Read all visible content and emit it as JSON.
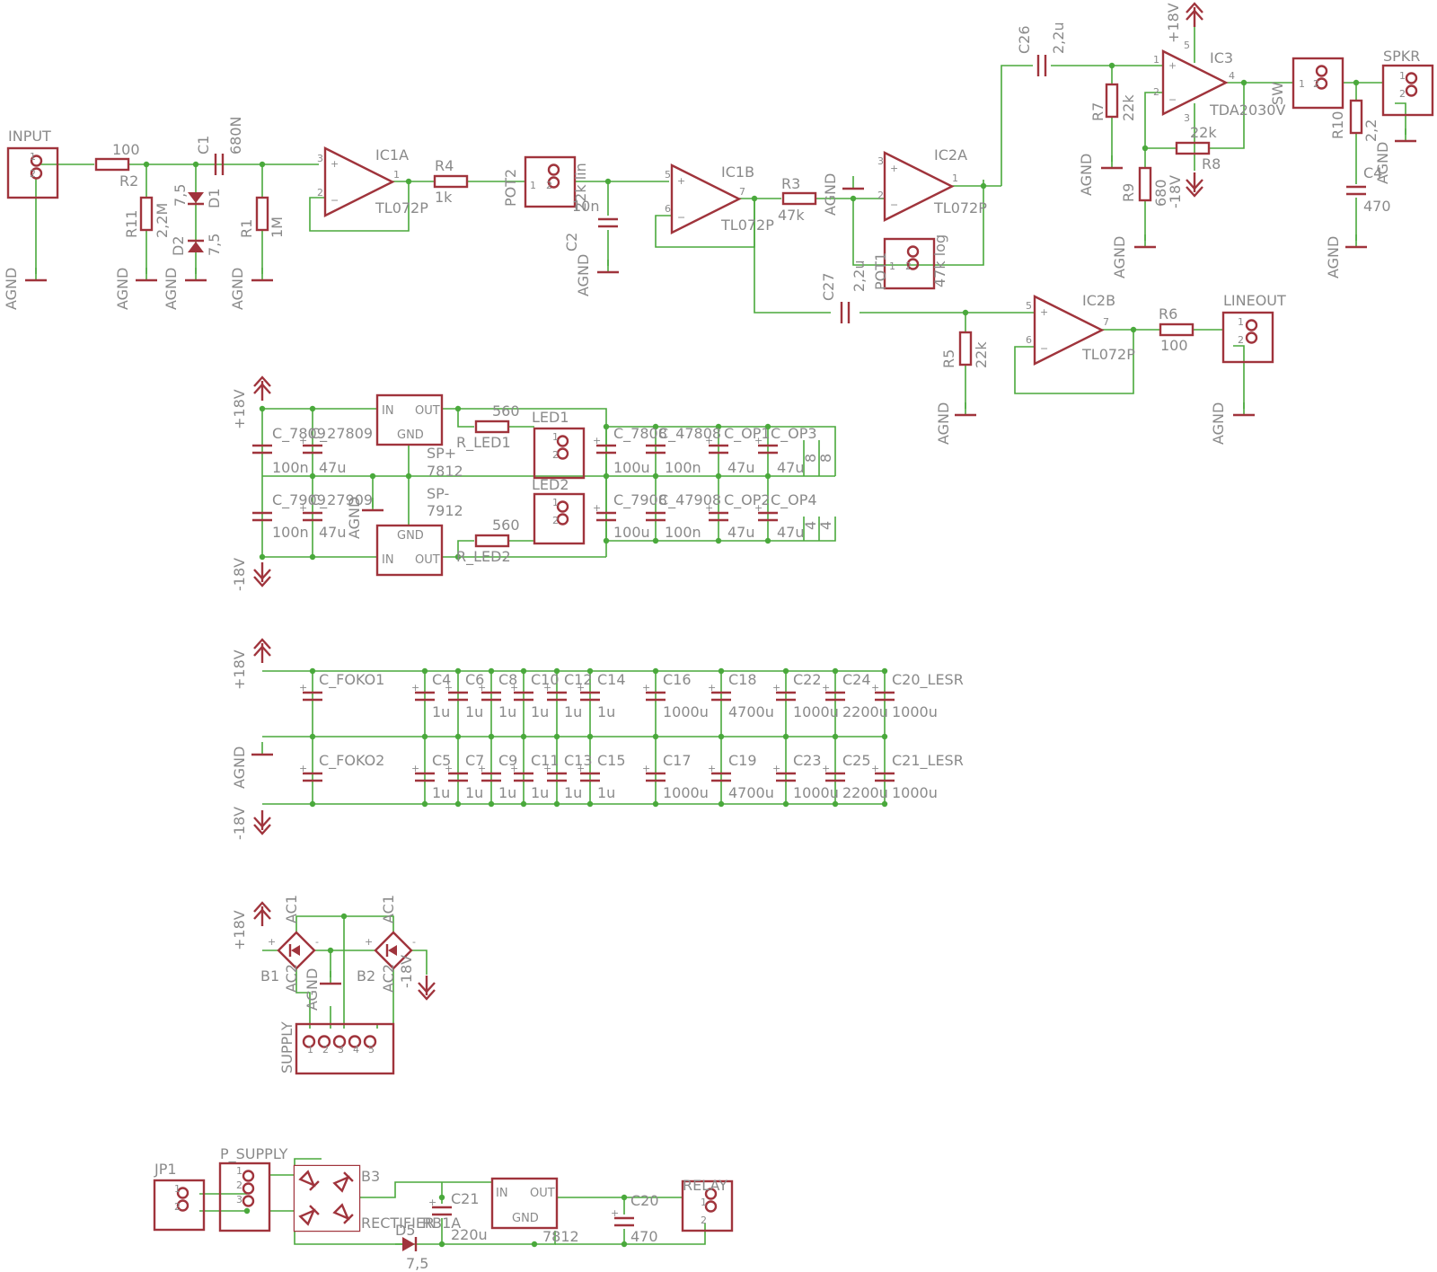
{
  "colors": {
    "wire": "#4aa93c",
    "part": "#a0343c",
    "label": "#8a8a8a",
    "background": "#ffffff"
  },
  "labels": [
    {
      "id": "input",
      "text": "INPUT"
    },
    {
      "id": "agnd_in",
      "text": "AGND"
    },
    {
      "id": "r2_v",
      "text": "100"
    },
    {
      "id": "r2_n",
      "text": "R2"
    },
    {
      "id": "r11_n",
      "text": "R11"
    },
    {
      "id": "r11_v",
      "text": "2,2M"
    },
    {
      "id": "agnd_r11",
      "text": "AGND"
    },
    {
      "id": "c1_n",
      "text": "C1"
    },
    {
      "id": "c1_v",
      "text": "680N"
    },
    {
      "id": "d1_n",
      "text": "D1"
    },
    {
      "id": "d1_v",
      "text": "7,5"
    },
    {
      "id": "d2_n",
      "text": "D2"
    },
    {
      "id": "d2_v",
      "text": "7,5"
    },
    {
      "id": "agnd_d",
      "text": "AGND"
    },
    {
      "id": "r1_n",
      "text": "R1"
    },
    {
      "id": "r1_v",
      "text": "1M"
    },
    {
      "id": "agnd_r1",
      "text": "AGND"
    },
    {
      "id": "ic1a",
      "text": "IC1A"
    },
    {
      "id": "ic1a_t",
      "text": "TL072P"
    },
    {
      "id": "r4_n",
      "text": "R4"
    },
    {
      "id": "r4_v",
      "text": "1k"
    },
    {
      "id": "pot2",
      "text": "POT2"
    },
    {
      "id": "pot2_v",
      "text": "22k lin"
    },
    {
      "id": "c2_v",
      "text": "10n"
    },
    {
      "id": "c2_n",
      "text": "C2"
    },
    {
      "id": "agnd_c2",
      "text": "AGND"
    },
    {
      "id": "ic1b",
      "text": "IC1B"
    },
    {
      "id": "ic1b_t",
      "text": "TL072P"
    },
    {
      "id": "r3_n",
      "text": "R3"
    },
    {
      "id": "r3_v",
      "text": "47k"
    },
    {
      "id": "agnd_ic2a",
      "text": "AGND"
    },
    {
      "id": "ic2a",
      "text": "IC2A"
    },
    {
      "id": "ic2a_t",
      "text": "TL072P"
    },
    {
      "id": "pot1",
      "text": "POT1"
    },
    {
      "id": "pot1_v",
      "text": "47k log"
    },
    {
      "id": "c27_n",
      "text": "C27"
    },
    {
      "id": "c27_v",
      "text": "2,2u"
    },
    {
      "id": "c26_n",
      "text": "C26"
    },
    {
      "id": "c26_v",
      "text": "2,2u"
    },
    {
      "id": "r7_n",
      "text": "R7"
    },
    {
      "id": "r7_v",
      "text": "22k"
    },
    {
      "id": "agnd_r7",
      "text": "AGND"
    },
    {
      "id": "ic3",
      "text": "IC3"
    },
    {
      "id": "ic3_t",
      "text": "TDA2030V"
    },
    {
      "id": "p18_ic3",
      "text": "+18V"
    },
    {
      "id": "m18_ic3",
      "text": "-18V"
    },
    {
      "id": "r8_v",
      "text": "22k"
    },
    {
      "id": "r8_n",
      "text": "R8"
    },
    {
      "id": "r9_n",
      "text": "R9"
    },
    {
      "id": "r9_v",
      "text": "680"
    },
    {
      "id": "agnd_r9",
      "text": "AGND"
    },
    {
      "id": "sw",
      "text": "SW"
    },
    {
      "id": "spkr",
      "text": "SPKR"
    },
    {
      "id": "r10_n",
      "text": "R10"
    },
    {
      "id": "r10_v",
      "text": "2,2"
    },
    {
      "id": "c4_n",
      "text": "C4"
    },
    {
      "id": "c4_v",
      "text": "470"
    },
    {
      "id": "agnd_r10",
      "text": "AGND"
    },
    {
      "id": "agnd_spk",
      "text": "AGND"
    },
    {
      "id": "ic2b",
      "text": "IC2B"
    },
    {
      "id": "ic2b_t",
      "text": "TL072P"
    },
    {
      "id": "r5_n",
      "text": "R5"
    },
    {
      "id": "r5_v",
      "text": "22k"
    },
    {
      "id": "agnd_r5",
      "text": "AGND"
    },
    {
      "id": "r6_n",
      "text": "R6"
    },
    {
      "id": "r6_v",
      "text": "100"
    },
    {
      "id": "lineout",
      "text": "LINEOUT"
    },
    {
      "id": "agnd_lo",
      "text": "AGND"
    },
    {
      "id": "p18_a",
      "text": "+18V"
    },
    {
      "id": "m18_a",
      "text": "-18V"
    },
    {
      "id": "c7809",
      "text": "C_7809"
    },
    {
      "id": "c27809",
      "text": "C_27809"
    },
    {
      "id": "c7809_v1",
      "text": "100n"
    },
    {
      "id": "c7809_v2",
      "text": "47u"
    },
    {
      "id": "c7909",
      "text": "C_7909"
    },
    {
      "id": "c27909",
      "text": "C_27909"
    },
    {
      "id": "c7909_v1",
      "text": "100n"
    },
    {
      "id": "c7909_v2",
      "text": "47u"
    },
    {
      "id": "agnd_reg",
      "text": "AGND"
    },
    {
      "id": "spp",
      "text": "SP+"
    },
    {
      "id": "spp_v",
      "text": "7812"
    },
    {
      "id": "spm",
      "text": "SP-"
    },
    {
      "id": "spm_v",
      "text": "7912"
    },
    {
      "id": "reg1_in",
      "text": "IN"
    },
    {
      "id": "reg1_out",
      "text": "OUT"
    },
    {
      "id": "reg1_gnd",
      "text": "GND"
    },
    {
      "id": "reg2_in",
      "text": "IN"
    },
    {
      "id": "reg2_out",
      "text": "OUT"
    },
    {
      "id": "reg2_gnd",
      "text": "GND"
    },
    {
      "id": "rled1_v",
      "text": "560"
    },
    {
      "id": "rled1_n",
      "text": "R_LED1"
    },
    {
      "id": "led1",
      "text": "LED1"
    },
    {
      "id": "rled2_v",
      "text": "560"
    },
    {
      "id": "rled2_n",
      "text": "R_LED2"
    },
    {
      "id": "led2",
      "text": "LED2"
    },
    {
      "id": "c7808",
      "text": "C_7808"
    },
    {
      "id": "c47808",
      "text": "C_47808"
    },
    {
      "id": "cop1",
      "text": "C_OP1"
    },
    {
      "id": "cop3",
      "text": "C_OP3"
    },
    {
      "id": "cv_r1_1",
      "text": "100u"
    },
    {
      "id": "cv_r1_2",
      "text": "100n"
    },
    {
      "id": "cv_r1_3",
      "text": "47u"
    },
    {
      "id": "cv_r1_4",
      "text": "47u"
    },
    {
      "id": "c7908",
      "text": "C_7908"
    },
    {
      "id": "c47908",
      "text": "C_47908"
    },
    {
      "id": "cop2",
      "text": "C_OP2"
    },
    {
      "id": "cop4",
      "text": "C_OP4"
    },
    {
      "id": "cv_r2_1",
      "text": "100u"
    },
    {
      "id": "cv_r2_2",
      "text": "100n"
    },
    {
      "id": "cv_r2_3",
      "text": "47u"
    },
    {
      "id": "cv_r2_4",
      "text": "47u"
    },
    {
      "id": "n8a",
      "text": "8"
    },
    {
      "id": "n8b",
      "text": "8"
    },
    {
      "id": "n4a",
      "text": "4"
    },
    {
      "id": "n4b",
      "text": "4"
    },
    {
      "id": "p18_b",
      "text": "+18V"
    },
    {
      "id": "agnd_b",
      "text": "AGND"
    },
    {
      "id": "m18_b",
      "text": "-18V"
    },
    {
      "id": "cfoko1",
      "text": "C_FOKO1"
    },
    {
      "id": "cfoko2",
      "text": "C_FOKO2"
    },
    {
      "id": "b1",
      "text": "B1"
    },
    {
      "id": "b2",
      "text": "B2"
    },
    {
      "id": "ac1a",
      "text": "AC1"
    },
    {
      "id": "ac2a",
      "text": "AC2"
    },
    {
      "id": "ac1b",
      "text": "AC1"
    },
    {
      "id": "ac2b",
      "text": "AC2"
    },
    {
      "id": "p18_c",
      "text": "+18V"
    },
    {
      "id": "m18_c",
      "text": "-18V"
    },
    {
      "id": "agnd_c",
      "text": "AGND"
    },
    {
      "id": "supply",
      "text": "SUPPLY"
    },
    {
      "id": "jp1",
      "text": "JP1"
    },
    {
      "id": "psupply",
      "text": "P_SUPPLY"
    },
    {
      "id": "b3",
      "text": "B3"
    },
    {
      "id": "rect",
      "text": "RECTIFIER"
    },
    {
      "id": "rb1a",
      "text": "RB1A"
    },
    {
      "id": "c21b",
      "text": "C21"
    },
    {
      "id": "c21b_v",
      "text": "220u"
    },
    {
      "id": "d5",
      "text": "D5"
    },
    {
      "id": "d5_v",
      "text": "7,5"
    },
    {
      "id": "reg3_in",
      "text": "IN"
    },
    {
      "id": "reg3_out",
      "text": "OUT"
    },
    {
      "id": "reg3_gnd",
      "text": "GND"
    },
    {
      "id": "reg3_v",
      "text": "7812"
    },
    {
      "id": "c20b",
      "text": "C20"
    },
    {
      "id": "c20b_v",
      "text": "470"
    },
    {
      "id": "relay",
      "text": "RELAY"
    }
  ],
  "bank_top": [
    {
      "n": "C4",
      "v": "1u"
    },
    {
      "n": "C6",
      "v": "1u"
    },
    {
      "n": "C8",
      "v": "1u"
    },
    {
      "n": "C10",
      "v": "1u"
    },
    {
      "n": "C12",
      "v": "1u"
    },
    {
      "n": "C14",
      "v": "1u"
    },
    {
      "n": "C16",
      "v": "1000u"
    },
    {
      "n": "C18",
      "v": "4700u"
    },
    {
      "n": "C22",
      "v": "1000u"
    },
    {
      "n": "C24",
      "v": "2200u"
    },
    {
      "n": "C20_LESR",
      "v": "1000u"
    }
  ],
  "bank_bottom": [
    {
      "n": "C5",
      "v": "1u"
    },
    {
      "n": "C7",
      "v": "1u"
    },
    {
      "n": "C9",
      "v": "1u"
    },
    {
      "n": "C11",
      "v": "1u"
    },
    {
      "n": "C13",
      "v": "1u"
    },
    {
      "n": "C15",
      "v": "1u"
    },
    {
      "n": "C17",
      "v": "1000u"
    },
    {
      "n": "C19",
      "v": "4700u"
    },
    {
      "n": "C23",
      "v": "1000u"
    },
    {
      "n": "C25",
      "v": "2200u"
    },
    {
      "n": "C21_LESR",
      "v": "1000u"
    }
  ]
}
